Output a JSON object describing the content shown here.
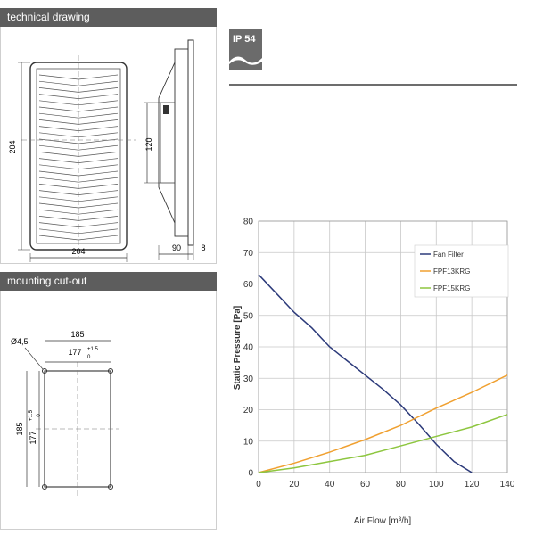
{
  "drawing_panel": {
    "header": "technical drawing",
    "dims": {
      "height": "204",
      "width": "204",
      "side_height": "120",
      "depth": "90",
      "flange": "8"
    }
  },
  "cutout_panel": {
    "header": "mounting cut-out",
    "dims": {
      "hole": "Ø4,5",
      "outer": "185",
      "inner": "177",
      "tol_plus": "+1.5",
      "tol_zero": "0",
      "side": "185",
      "side_inner": "177",
      "side_tol": "+1.5",
      "side_zero": "0"
    }
  },
  "badge": {
    "label": "IP 54"
  },
  "chart_data": {
    "type": "line",
    "xlabel": "Air Flow [m³/h]",
    "ylabel": "Static Pressure [Pa]",
    "xlim": [
      0,
      140
    ],
    "ylim": [
      0,
      80
    ],
    "xticks": [
      "0",
      "20",
      "40",
      "60",
      "80",
      "100",
      "120",
      "140"
    ],
    "yticks": [
      "0",
      "10",
      "20",
      "30",
      "40",
      "50",
      "60",
      "70",
      "80"
    ],
    "grid": true,
    "legend_position": "top-right",
    "series": [
      {
        "name": "Fan Filter",
        "color": "#2c3a7a",
        "x": [
          0,
          10,
          20,
          30,
          40,
          50,
          60,
          70,
          80,
          90,
          100,
          110,
          120
        ],
        "y": [
          63,
          57,
          51,
          46,
          40,
          35.5,
          31,
          26.5,
          21.5,
          15.5,
          9,
          3.5,
          0
        ]
      },
      {
        "name": "FPF13KRG",
        "color": "#f0a030",
        "x": [
          0,
          20,
          40,
          60,
          80,
          100,
          120,
          140
        ],
        "y": [
          0,
          3,
          6.5,
          10.5,
          15,
          20.5,
          25.5,
          31
        ]
      },
      {
        "name": "FPF15KRG",
        "color": "#8dc63f",
        "x": [
          0,
          20,
          40,
          60,
          80,
          100,
          120,
          140
        ],
        "y": [
          0,
          1.5,
          3.5,
          5.5,
          8.5,
          11.5,
          14.5,
          18.5
        ]
      }
    ]
  }
}
